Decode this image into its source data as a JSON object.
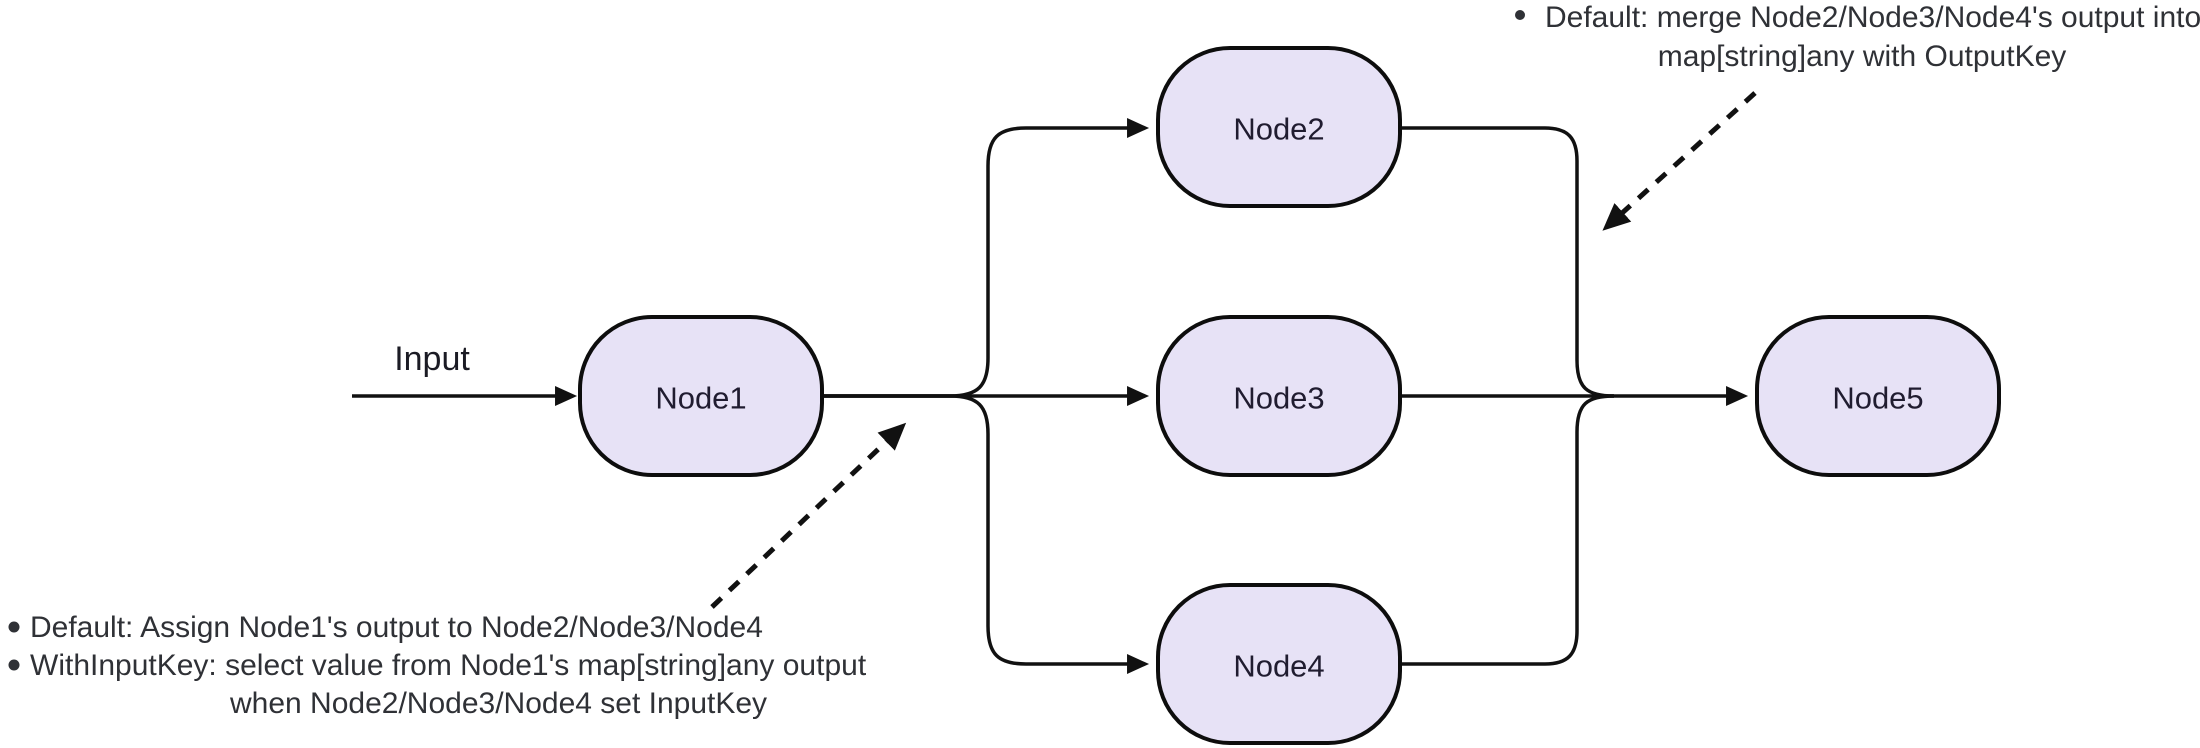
{
  "diagram_type": "flowchart-fan-out-fan-in",
  "input_label": "Input",
  "nodes": {
    "node1": {
      "label": "Node1"
    },
    "node2": {
      "label": "Node2"
    },
    "node3": {
      "label": "Node3"
    },
    "node4": {
      "label": "Node4"
    },
    "node5": {
      "label": "Node5"
    }
  },
  "edges": [
    {
      "from": "Input",
      "to": "Node1"
    },
    {
      "from": "Node1",
      "to": "Node2"
    },
    {
      "from": "Node1",
      "to": "Node3"
    },
    {
      "from": "Node1",
      "to": "Node4"
    },
    {
      "from": "Node2",
      "to": "Node5"
    },
    {
      "from": "Node3",
      "to": "Node5"
    },
    {
      "from": "Node4",
      "to": "Node5"
    }
  ],
  "annotations": {
    "fan_out": {
      "line1": "Default: Assign Node1's output to Node2/Node3/Node4",
      "line2": "WithInputKey: select value from Node1's map[string]any output",
      "line3": "when Node2/Node3/Node4 set InputKey"
    },
    "fan_in": {
      "line1": "Default: merge Node2/Node3/Node4's output into",
      "line2": "map[string]any with OutputKey"
    }
  },
  "colors": {
    "background": "#ffffff",
    "node_fill": "#E7E2F6",
    "node_border": "#0d0d0d",
    "node_text": "#201c30",
    "edge": "#111111",
    "annotation_text": "#2f3136"
  }
}
